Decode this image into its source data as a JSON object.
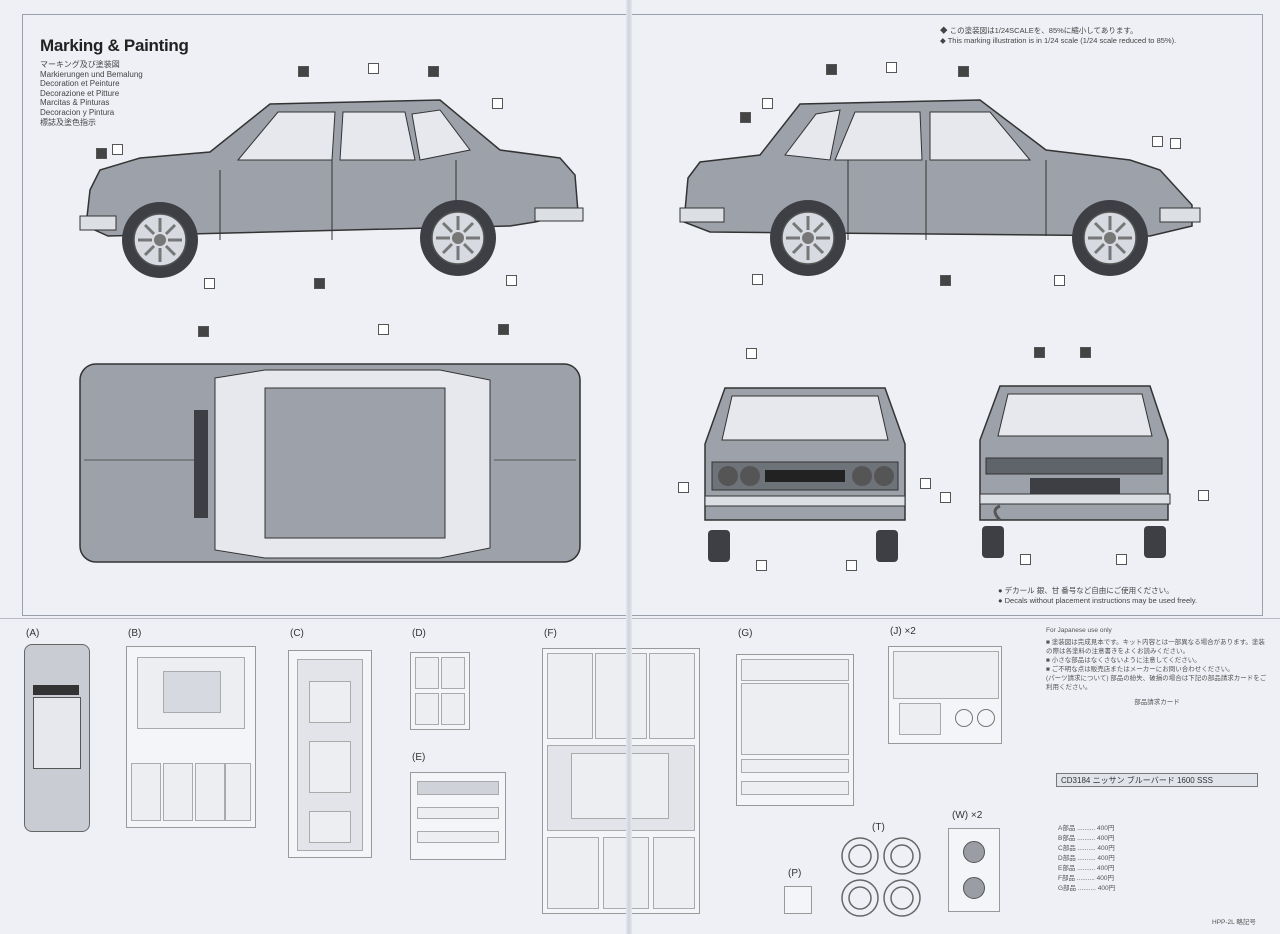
{
  "heading": {
    "title": "Marking & Painting",
    "subtitles": [
      "マーキング及び塗装図",
      "Markierungen und Bemalung",
      "Decoration et Peinture",
      "Decorazione et Pitture",
      "Marcitas & Pinturas",
      "Decoracion y Pintura",
      "標誌及塗色指示"
    ]
  },
  "scale_note": {
    "line1": "◆ この塗装図は1/24SCALEを、85%に縮小してあります。",
    "line2": "◆ This marking illustration is in 1/24 scale (1/24 scale reduced to 85%)."
  },
  "decal_note": {
    "line1": "● デカール 銀、甘 番号など自由にご使用ください。",
    "line2": "● Decals without placement instructions may be used freely."
  },
  "parts": {
    "A": "(A)",
    "B": "(B)",
    "C": "(C)",
    "D": "(D)",
    "E": "(E)",
    "F": "(F)",
    "G": "(G)",
    "J": "(J) ×2",
    "P": "(P)",
    "T": "(T)",
    "W": "(W) ×2"
  },
  "jp_panel": {
    "header": "For Japanese use only",
    "body": "■ 塗装図は完成見本です。キット内容とは一部異なる場合があります。塗装の際は各塗料の注意書きをよくお読みください。\n■ 小さな部品はなくさないように注意してください。\n■ ご不明な点は販売店またはメーカーにお問い合わせください。\n(パーツ請求について) 部品の紛失、破損の場合は下記の部品請求カードをご利用ください。",
    "card_title": "部品請求カード",
    "model": "CD3184  ニッサン ブルーバード 1600 SSS",
    "prices": [
      "A部品 .......... 400円",
      "B部品 .......... 400円",
      "C部品 .......... 400円",
      "D部品 .......... 400円",
      "E部品 .......... 400円",
      "F部品 .......... 400円",
      "G部品 .......... 400円"
    ],
    "footer": "HPP-2L 略記号"
  },
  "colors": {
    "ink": "#333333",
    "body_fill": "#9da2aa",
    "paper": "#eef0f5"
  }
}
